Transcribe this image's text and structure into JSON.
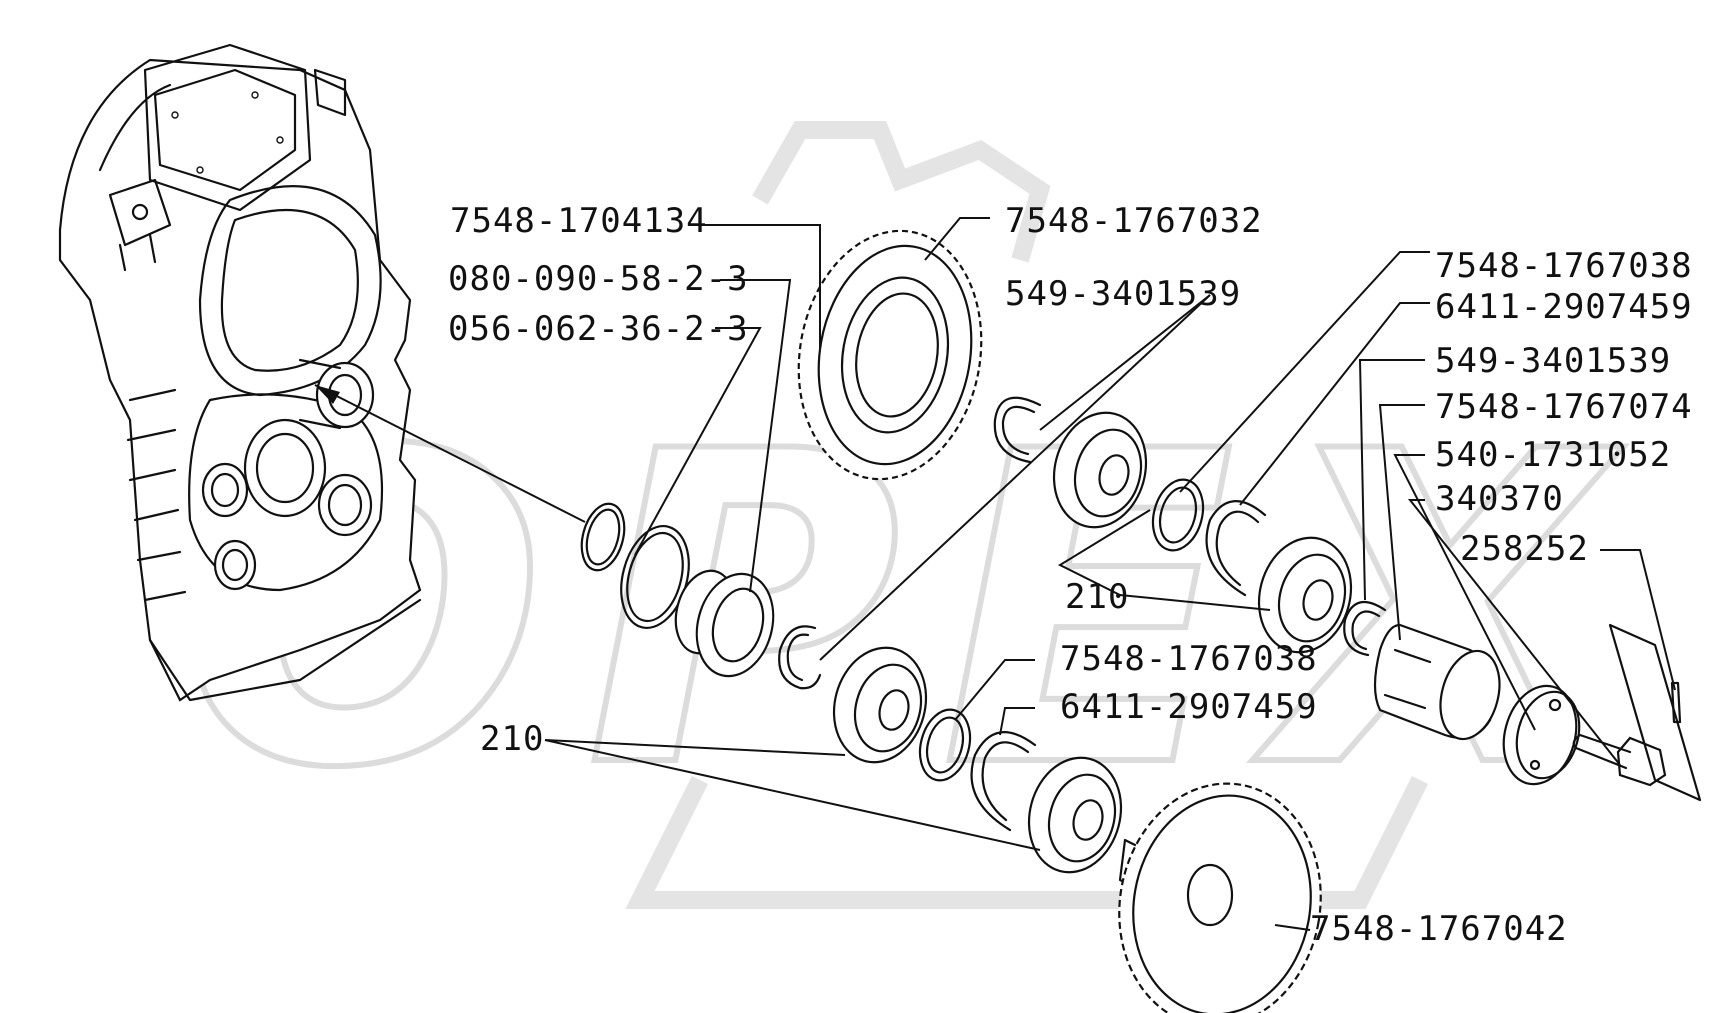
{
  "watermark": "OPEX",
  "colors": {
    "ink": "#111111",
    "watermark": "#d9d9d9",
    "background": "#ffffff"
  },
  "labels": {
    "l01": "7548-1704134",
    "l02": "080-090-58-2-3",
    "l03": "056-062-36-2-3",
    "l04": "7548-1767032",
    "l05": "549-3401539",
    "l06": "7548-1767038",
    "l07": "6411-2907459",
    "l08": "549-3401539",
    "l09": "7548-1767074",
    "l10": "540-1731052",
    "l11": "340370",
    "l12": "258252",
    "l13": "210",
    "l14": "7548-1767038",
    "l15": "6411-2907459",
    "l16": "210",
    "l17": "7548-1767042"
  }
}
